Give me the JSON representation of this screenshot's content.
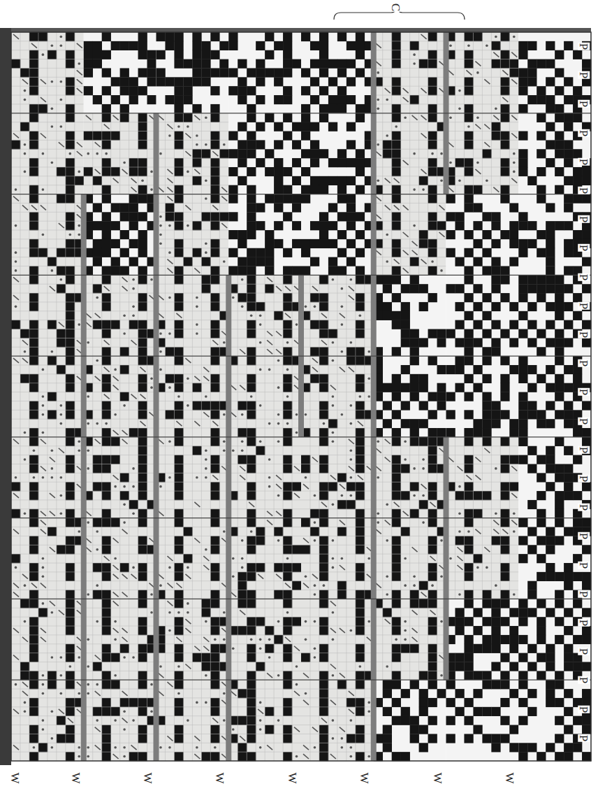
{
  "diagram": {
    "labels": [
      "C",
      "P",
      "P",
      "P",
      "P",
      "P",
      "P",
      "P",
      "P",
      "P",
      "P",
      "P",
      "P",
      "P",
      "P",
      "P",
      "P",
      "P",
      "P",
      "P",
      "P",
      "P",
      "P",
      "P",
      "P",
      "P",
      "W",
      "W",
      "W",
      "W",
      "W",
      "W",
      "W",
      "W"
    ]
  }
}
